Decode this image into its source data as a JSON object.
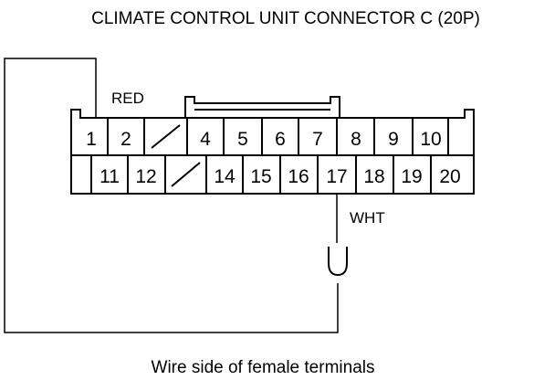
{
  "title": "CLIMATE CONTROL UNIT CONNECTOR C (20P)",
  "connector": {
    "top_row": [
      "1",
      "2",
      "",
      "4",
      "5",
      "6",
      "7",
      "8",
      "9",
      "10"
    ],
    "bottom_row": [
      "11",
      "12",
      "",
      "14",
      "15",
      "16",
      "17",
      "18",
      "19",
      "20"
    ]
  },
  "wires": {
    "pin1_color": "RED",
    "pin17_color": "WHT"
  },
  "caption": "Wire side of female terminals",
  "colors": {
    "line": "#000000",
    "background": "#ffffff"
  }
}
